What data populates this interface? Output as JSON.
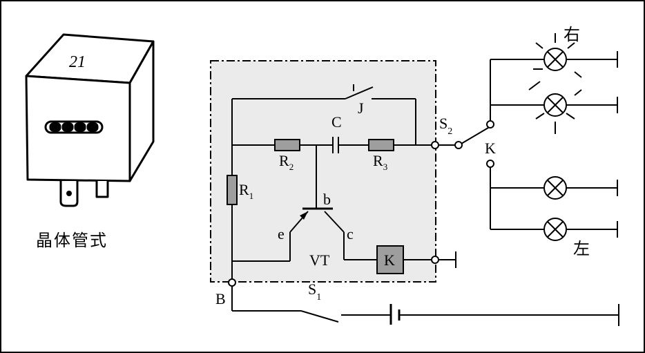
{
  "device": {
    "number": "21",
    "caption": "晶体管式"
  },
  "labels": {
    "J": "J",
    "C": "C",
    "R1": "R",
    "R1_sub": "1",
    "R2": "R",
    "R2_sub": "2",
    "R3": "R",
    "R3_sub": "3",
    "b": "b",
    "e": "e",
    "c": "c",
    "VT": "VT",
    "K_relay": "K",
    "K_switch": "K",
    "S1": "S",
    "S1_sub": "1",
    "S2": "S",
    "S2_sub": "2",
    "B": "B",
    "right": "右",
    "left": "左"
  }
}
